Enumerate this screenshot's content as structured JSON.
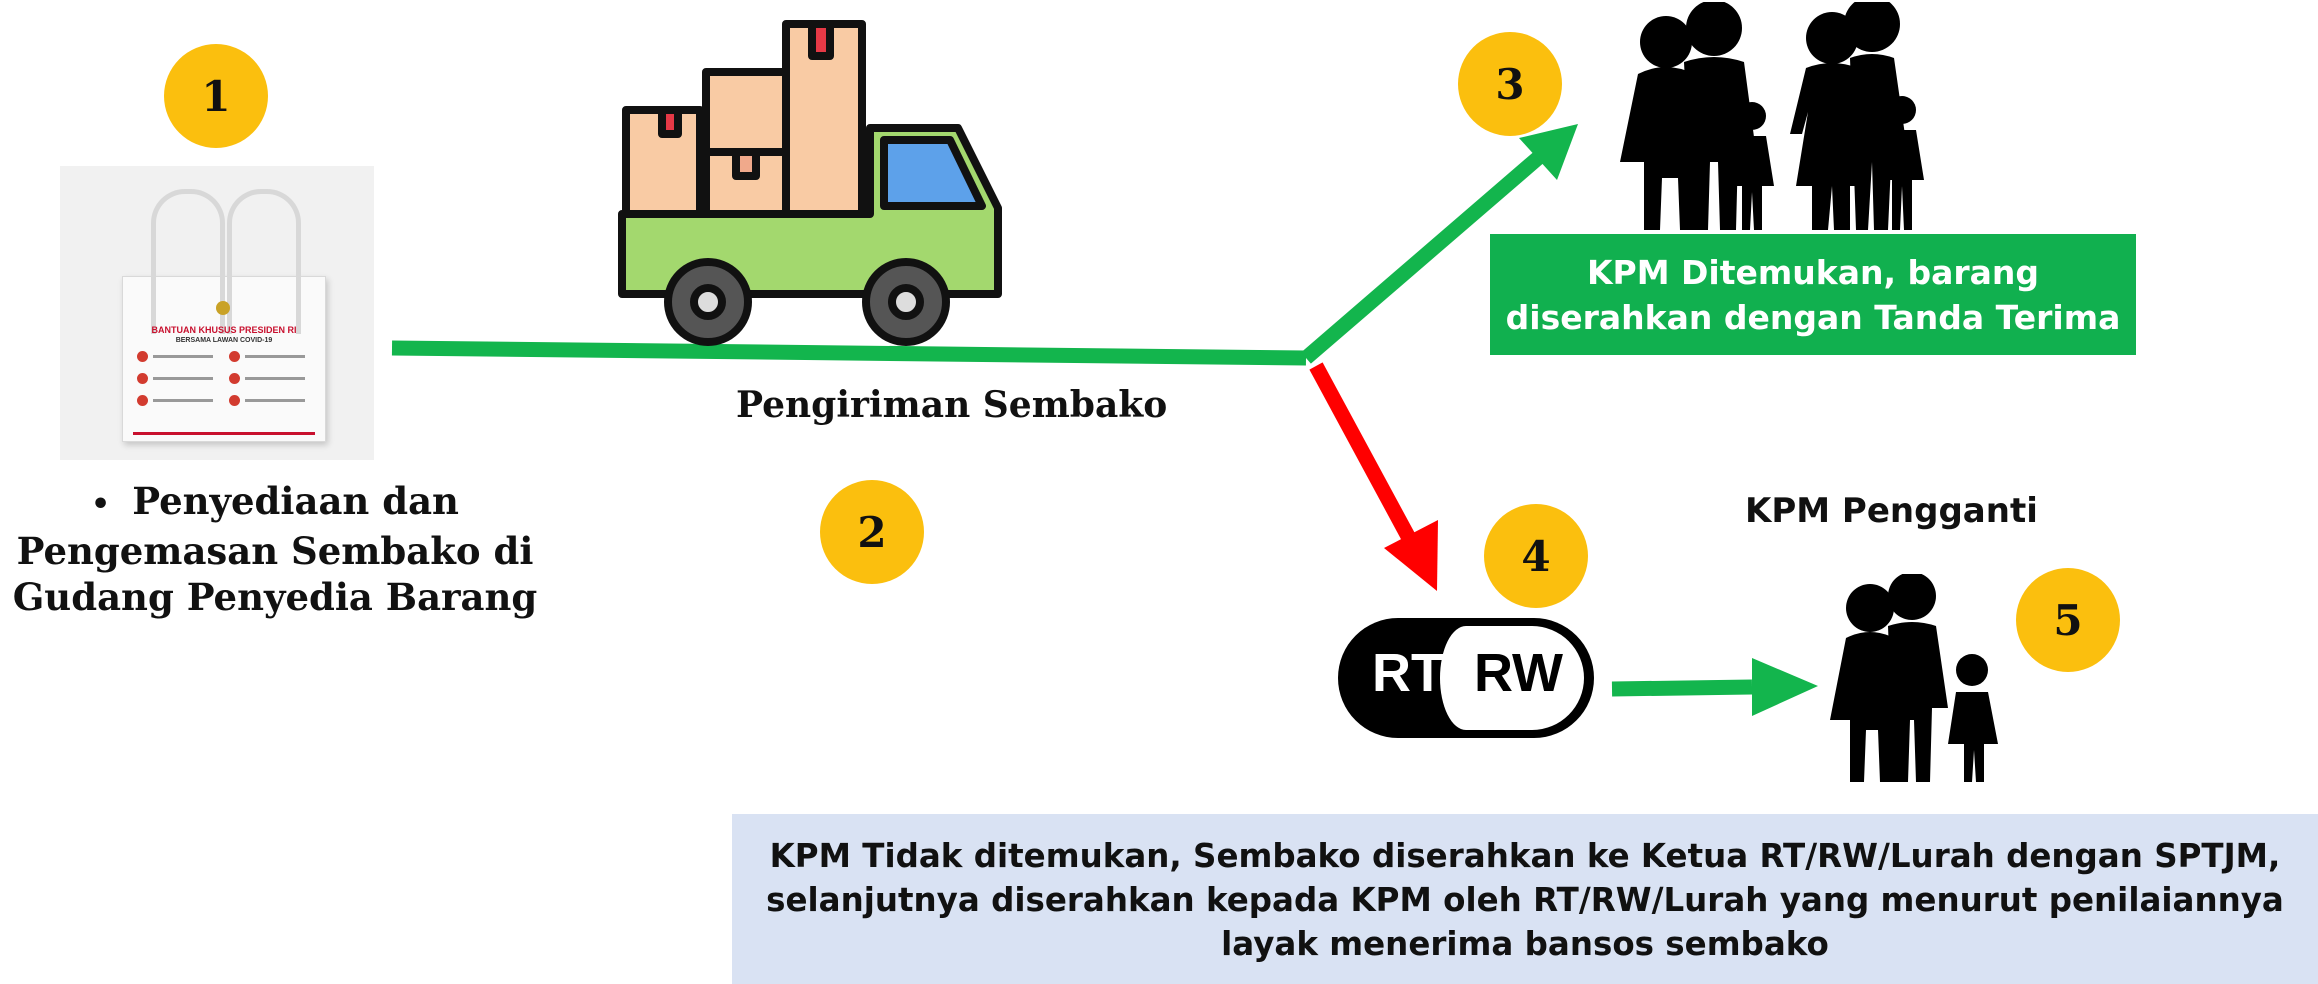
{
  "steps": {
    "badge1": "1",
    "badge2": "2",
    "badge3": "3",
    "badge4": "4",
    "badge5": "5"
  },
  "step1": {
    "bullet_symbol": "•",
    "line1": "Penyediaan dan",
    "line2": "Pengemasan Sembako di",
    "line3": "Gudang Penyedia Barang"
  },
  "bag": {
    "title": "BANTUAN KHUSUS PRESIDEN RI",
    "subtitle": "BERSAMA LAWAN COVID-19"
  },
  "step2": {
    "label": "Pengiriman Sembako"
  },
  "step3": {
    "line1": "KPM Ditemukan, barang",
    "line2": "diserahkan dengan Tanda Terima"
  },
  "step4": {
    "rt": "RT",
    "rw": "RW"
  },
  "step5": {
    "label": "KPM Pengganti"
  },
  "note": {
    "line1": "KPM Tidak ditemukan, Sembako diserahkan ke Ketua RT/RW/Lurah dengan SPTJM,",
    "line2": "selanjutnya diserahkan kepada KPM oleh RT/RW/Lurah yang menurut penilaiannya",
    "line3": "layak menerima bansos sembako"
  },
  "colors": {
    "badge": "#FBBF0E",
    "green_arrow": "#13B54D",
    "red_arrow": "#FF0000",
    "green_box": "#11B04F",
    "note_box": "#D9E2F3",
    "truck_body": "#A3D86E",
    "truck_window": "#5DA1EA",
    "box": "#F9CBA4"
  },
  "icons": [
    "tote-bag-photo",
    "truck-icon",
    "family-icon",
    "rt-rw-pill-icon",
    "small-family-icon"
  ]
}
